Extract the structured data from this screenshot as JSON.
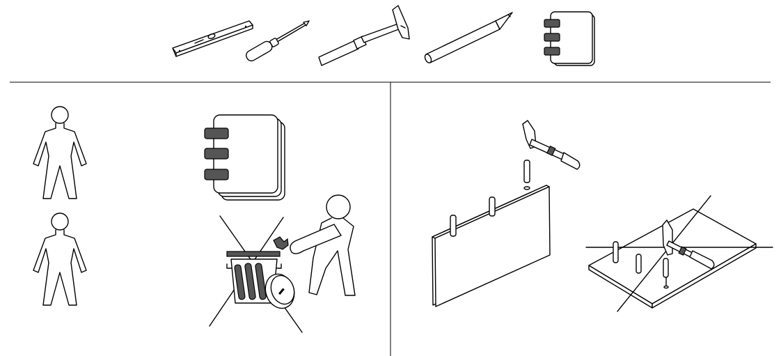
{
  "figure": {
    "kind": "assembly-instruction-sheet",
    "text_labels": [],
    "tools_required": [
      "spirit-level-icon",
      "screwdriver-icon",
      "hammer-icon",
      "pencil-icon",
      "manual-icon"
    ],
    "panels": [
      {
        "id": "people-required",
        "icons": [
          "person-icon",
          "person-icon"
        ]
      },
      {
        "id": "keep-manual",
        "icons": [
          "manual-icon",
          "no-trash-sign-icon",
          "person-carrying-icon"
        ]
      },
      {
        "id": "dowel-insertion",
        "icons": [
          "hammer-icon",
          "dowel-icon",
          "board-icon"
        ]
      }
    ],
    "colors": {
      "line": "#000000",
      "background": "#ffffff",
      "fill_dark": "#555555"
    }
  }
}
